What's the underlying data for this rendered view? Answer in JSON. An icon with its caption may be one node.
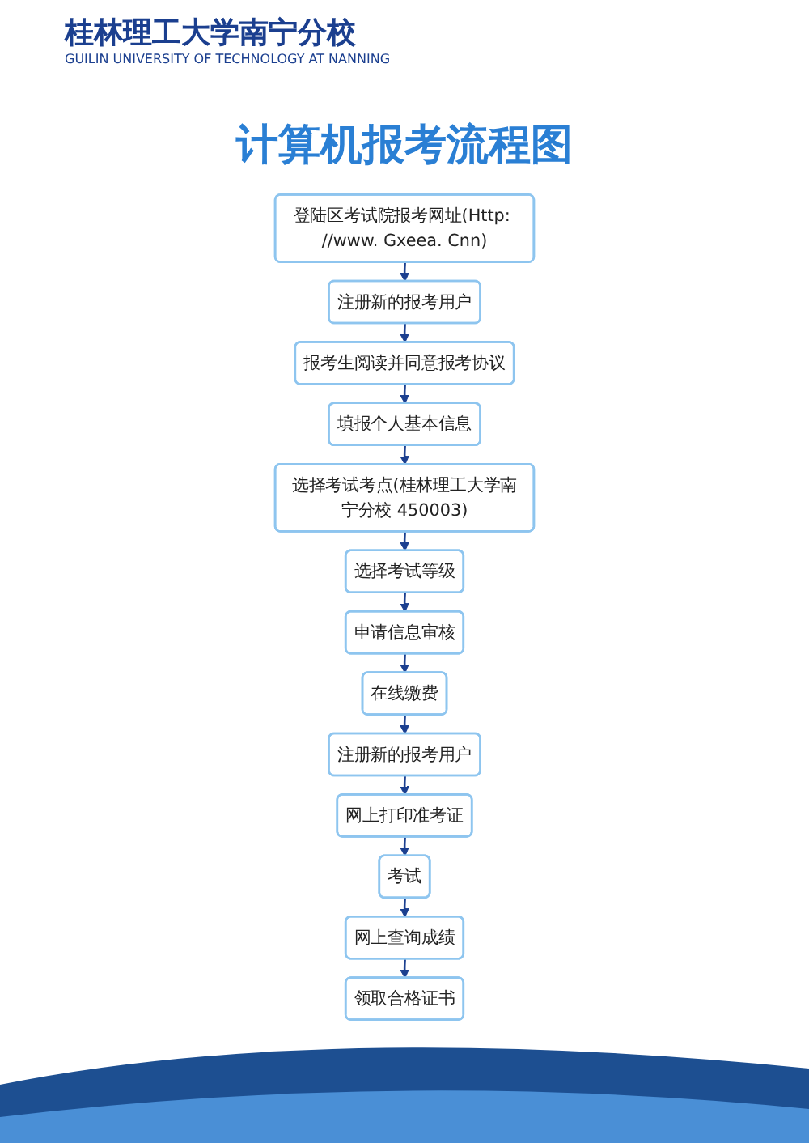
{
  "diagram": {
    "title": "计算机报考流程图",
    "nodes": [
      {
        "text": [
          "登陆区考试院报考网址(Http: //www. Gxeea. Cnn)"
        ]
      },
      {
        "text": [
          "注册新的报考用户"
        ]
      },
      {
        "text": [
          "报考生阅读并同意报考协议"
        ]
      },
      {
        "text": [
          "填报个人基本信息"
        ]
      },
      {
        "text": [
          "选择考试考点(桂林理工大学南宁分校 450003)"
        ]
      },
      {
        "text": [
          "选择考试等级"
        ]
      },
      {
        "text": [
          "申请信息审核"
        ]
      },
      {
        "text": [
          "在线缴费"
        ]
      },
      {
        "text": [
          "注册新的报考用户"
        ]
      },
      {
        "text": [
          "网上打印准考证"
        ]
      },
      {
        "text": [
          "考试"
        ]
      },
      {
        "text": [
          "网上查询成绩"
        ]
      },
      {
        "text": [
          "领取合格证书"
        ]
      }
    ],
    "edges": [
      {
        "from": 0,
        "to": 1,
        "arrow": "to"
      },
      {
        "from": 1,
        "to": 2,
        "arrow": "to"
      },
      {
        "from": 2,
        "to": 3,
        "arrow": "to"
      },
      {
        "from": 3,
        "to": 4,
        "arrow": "to"
      },
      {
        "from": 4,
        "to": 5,
        "arrow": "to"
      },
      {
        "from": 5,
        "to": 6,
        "arrow": "to"
      },
      {
        "from": 6,
        "to": 7,
        "arrow": "to"
      },
      {
        "from": 7,
        "to": 8,
        "arrow": "to"
      },
      {
        "from": 8,
        "to": 9,
        "arrow": "to"
      },
      {
        "from": 9,
        "to": 10,
        "arrow": "to"
      },
      {
        "from": 10,
        "to": 11,
        "arrow": "to"
      },
      {
        "from": 11,
        "to": 12,
        "arrow": "to"
      }
    ],
    "labels": [
      "桂林理工大学南宁分校",
      "GUILIN UNIVERSITY OF TECHNOLOGY AT NANNING"
    ]
  }
}
